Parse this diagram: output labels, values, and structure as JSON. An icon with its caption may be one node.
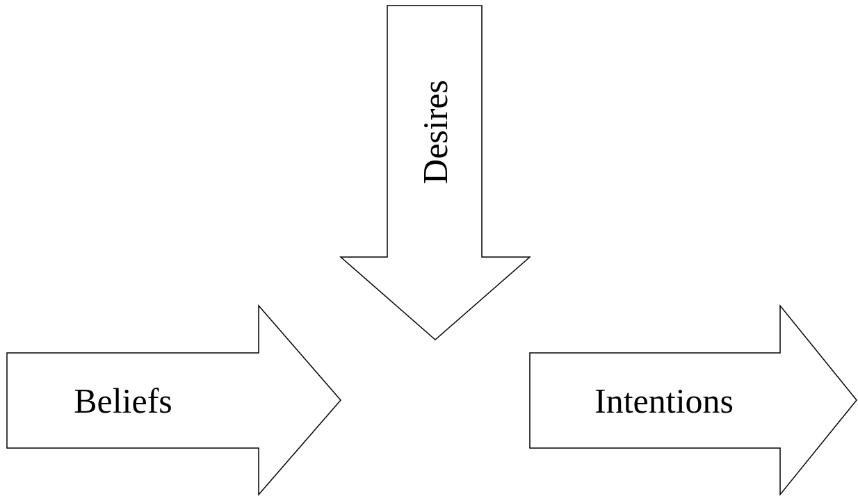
{
  "diagram": {
    "nodes": [
      {
        "text": [
          "Desires"
        ]
      },
      {
        "text": [
          "Beliefs"
        ]
      },
      {
        "text": [
          "Intentions"
        ]
      }
    ]
  }
}
